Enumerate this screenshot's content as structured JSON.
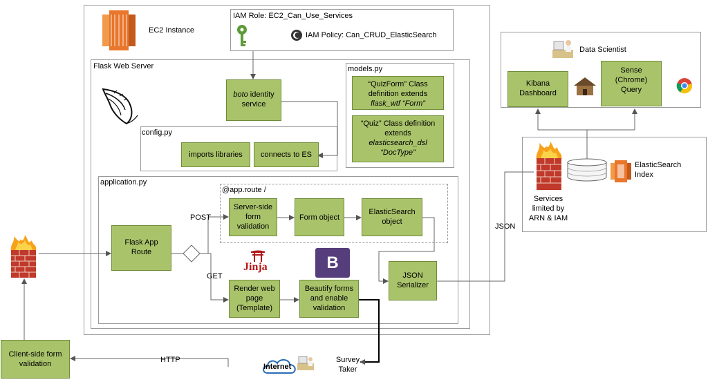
{
  "ec2": {
    "title": "EC2 Instance"
  },
  "iam": {
    "role": "IAM Role: EC2_Can_Use_Services",
    "policy": "IAM Policy: Can_CRUD_ElasticSearch"
  },
  "flask": {
    "title": "Flask Web Server"
  },
  "boto": {
    "italic": "boto",
    "rest1": " identity",
    "line2": "service"
  },
  "models": {
    "title": "models.py",
    "quizform": {
      "l1": "“QuizForm” Class",
      "l2": "definition extends",
      "l3": "flask_wtf “Form”"
    },
    "quiz": {
      "l1": "“Quiz”  Class definition",
      "l2": "extends",
      "l3": "elasticsearch_dsl",
      "l4": "“DocType”"
    }
  },
  "config": {
    "title": "config.py",
    "imports": "imports libraries",
    "connects": "connects to ES"
  },
  "application": {
    "title": "application.py",
    "route": "@app.route /"
  },
  "boxes": {
    "flask_route": {
      "l1": "Flask App",
      "l2": "Route"
    },
    "server_validation": {
      "l1": "Server-side",
      "l2": "form",
      "l3": "validation"
    },
    "form_object": "Form object",
    "es_object": {
      "l1": "ElasticSearch",
      "l2": "object"
    },
    "render": {
      "l1": "Render web",
      "l2": "page",
      "l3": "(Template)"
    },
    "beautify": {
      "l1": "Beautify forms",
      "l2": "and enable",
      "l3": "validation"
    },
    "json_serializer": {
      "l1": "JSON",
      "l2": "Serializer"
    },
    "client_validation": {
      "l1": "Client-side form",
      "l2": "validation"
    },
    "kibana": {
      "l1": "Kibana",
      "l2": "Dashboard"
    },
    "sense": {
      "l1": "Sense",
      "l2": "(Chrome)",
      "l3": "Query"
    }
  },
  "edges": {
    "post": "POST",
    "get": "GET",
    "json": "JSON",
    "http": "HTTP"
  },
  "jinja": "Jinja",
  "bootstrap": "B",
  "data_scientist": "Data Scientist",
  "es_index": {
    "l1": "ElasticSearch",
    "l2": "Index"
  },
  "services": {
    "l1": "Services",
    "l2": "limited by",
    "l3": "ARN & IAM"
  },
  "survey": {
    "l1": "Survey",
    "l2": "Taker"
  },
  "internet": "Internet",
  "colors": {
    "box_green": "#a9c36a",
    "aws_orange": "#e8762b",
    "bootstrap_purple": "#563d7c",
    "jinja_red": "#b41717"
  }
}
